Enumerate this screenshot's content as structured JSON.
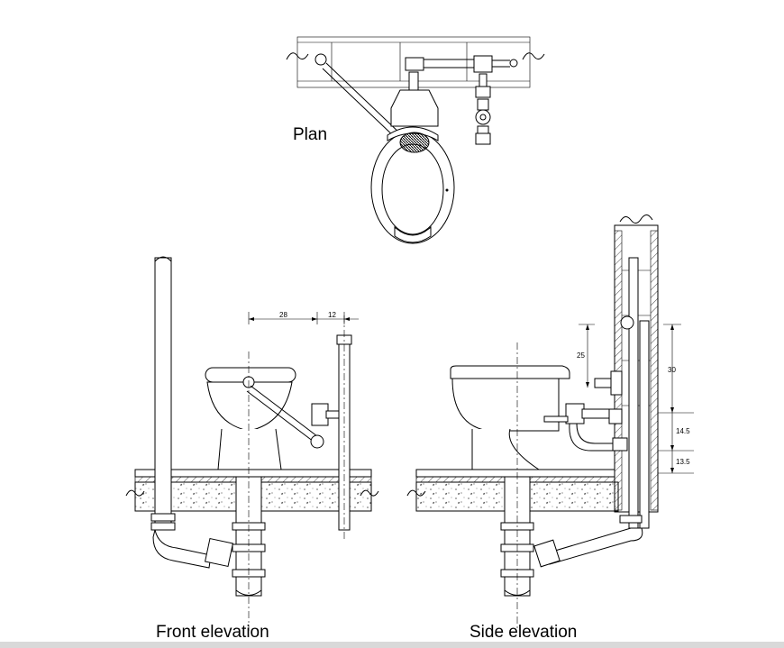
{
  "labels": {
    "plan": "Plan",
    "front_elevation": "Front elevation",
    "side_elevation": "Side elevation"
  },
  "dimensions": {
    "front_width": "28",
    "front_offset": "12",
    "side_25": "25",
    "side_30": "30",
    "side_14_5": "14.5",
    "side_13_5": "13.5"
  }
}
